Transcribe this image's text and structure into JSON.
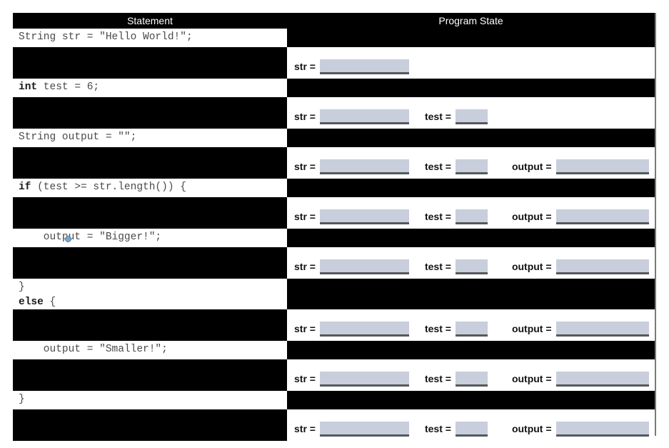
{
  "table": {
    "headers": {
      "statement": "Statement",
      "program_state": "Program State"
    },
    "variables": {
      "str_label": "str =",
      "test_label": "test =",
      "output_label": "output ="
    },
    "rows": [
      {
        "kind": "statement",
        "name": "statement-string-str-declaration",
        "keyword": "",
        "code": "String str = \"Hello World!\";",
        "tall": false
      },
      {
        "kind": "state",
        "name": "state-after-str-declaration",
        "fields": [
          {
            "var": "str",
            "label": "str =",
            "width": 125,
            "value": ""
          }
        ]
      },
      {
        "kind": "statement",
        "name": "statement-int-test-declaration",
        "keyword": "int",
        "code": " test = 6;",
        "tall": false
      },
      {
        "kind": "state",
        "name": "state-after-test-declaration",
        "fields": [
          {
            "var": "str",
            "label": "str =",
            "width": 125,
            "value": ""
          },
          {
            "var": "test",
            "label": "test =",
            "width": 45,
            "value": ""
          }
        ]
      },
      {
        "kind": "statement",
        "name": "statement-string-output-declaration",
        "keyword": "",
        "code": "String output = \"\";",
        "tall": false
      },
      {
        "kind": "state",
        "name": "state-after-output-declaration",
        "fields": [
          {
            "var": "str",
            "label": "str =",
            "width": 125,
            "value": ""
          },
          {
            "var": "test",
            "label": "test =",
            "width": 45,
            "value": ""
          },
          {
            "var": "output",
            "label": "output =",
            "width": 130,
            "value": ""
          }
        ]
      },
      {
        "kind": "statement",
        "name": "statement-if-condition",
        "keyword": "if",
        "code": " (test >= str.length()) {",
        "tall": false
      },
      {
        "kind": "state",
        "name": "state-after-if-condition",
        "fields": [
          {
            "var": "str",
            "label": "str =",
            "width": 125,
            "value": ""
          },
          {
            "var": "test",
            "label": "test =",
            "width": 45,
            "value": ""
          },
          {
            "var": "output",
            "label": "output =",
            "width": 130,
            "value": ""
          }
        ]
      },
      {
        "kind": "statement",
        "name": "statement-output-bigger-assignment",
        "keyword": "",
        "code": "    output = \"Bigger!\";",
        "tall": false,
        "cursor": true
      },
      {
        "kind": "state",
        "name": "state-after-output-bigger",
        "fields": [
          {
            "var": "str",
            "label": "str =",
            "width": 125,
            "value": ""
          },
          {
            "var": "test",
            "label": "test =",
            "width": 45,
            "value": ""
          },
          {
            "var": "output",
            "label": "output =",
            "width": 130,
            "value": ""
          }
        ]
      },
      {
        "kind": "statement",
        "name": "statement-close-brace-else",
        "keyword": "else",
        "code": "}\n|else| {",
        "tall": true,
        "line1": "}",
        "line2_keyword": "else",
        "line2_rest": " {"
      },
      {
        "kind": "state",
        "name": "state-after-else",
        "fields": [
          {
            "var": "str",
            "label": "str =",
            "width": 125,
            "value": ""
          },
          {
            "var": "test",
            "label": "test =",
            "width": 45,
            "value": ""
          },
          {
            "var": "output",
            "label": "output =",
            "width": 130,
            "value": ""
          }
        ]
      },
      {
        "kind": "statement",
        "name": "statement-output-smaller-assignment",
        "keyword": "",
        "code": "    output = \"Smaller!\";",
        "tall": false
      },
      {
        "kind": "state",
        "name": "state-after-output-smaller",
        "fields": [
          {
            "var": "str",
            "label": "str =",
            "width": 125,
            "value": ""
          },
          {
            "var": "test",
            "label": "test =",
            "width": 45,
            "value": ""
          },
          {
            "var": "output",
            "label": "output =",
            "width": 130,
            "value": ""
          }
        ]
      },
      {
        "kind": "statement",
        "name": "statement-close-brace-final",
        "keyword": "",
        "code": "}",
        "tall": false
      },
      {
        "kind": "state",
        "name": "state-final",
        "fields": [
          {
            "var": "str",
            "label": "str =",
            "width": 125,
            "value": ""
          },
          {
            "var": "test",
            "label": "test =",
            "width": 45,
            "value": ""
          },
          {
            "var": "output",
            "label": "output =",
            "width": 130,
            "value": ""
          }
        ]
      }
    ]
  },
  "colors": {
    "field_fill": "#c9cedc",
    "field_underline": "#55595c",
    "header_bg": "#000000",
    "header_text": "#ffffff",
    "code_text": "#4a4a4a",
    "keyword_text": "#1a1a1a",
    "cursor_dot": "#7aa8cc",
    "table_border": "#7a7a7a"
  }
}
